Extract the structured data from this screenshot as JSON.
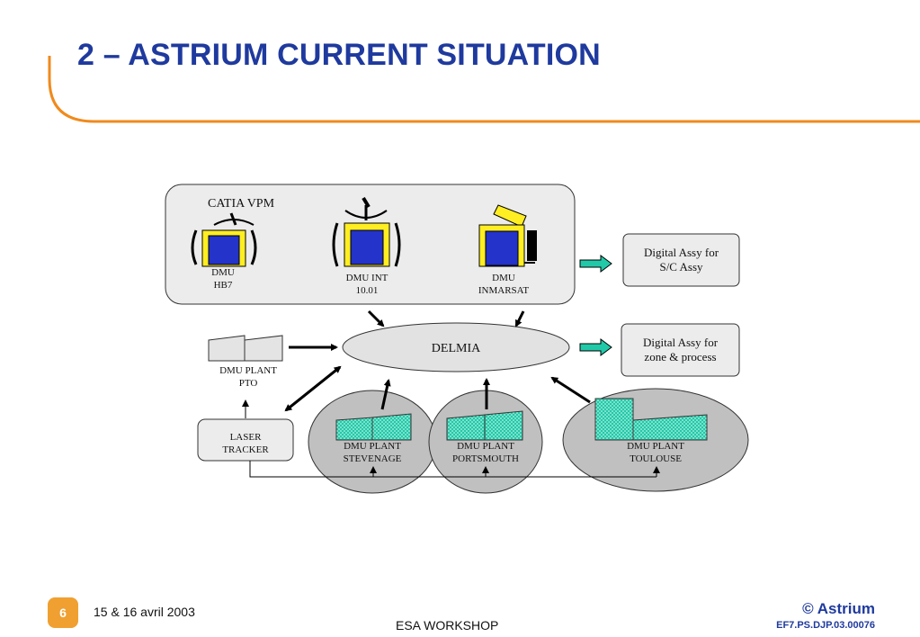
{
  "slide": {
    "title": "2 – ASTRIUM  CURRENT SITUATION",
    "accent_color": "#f08a1c",
    "title_color": "#1f3a9e"
  },
  "diagram": {
    "catia_vpm": "CATIA VPM",
    "dmu_hb7": "DMU\nHB7",
    "dmu_int": "DMU INT\n10.01",
    "dmu_inmarsat": "DMU\nINMARSAT",
    "digital_assy_sc": "Digital Assy for\nS/C Assy",
    "delmia": "DELMIA",
    "digital_assy_zone": "Digital Assy for\nzone & process",
    "dmu_plant_pto": "DMU PLANT\nPTO",
    "laser_tracker": "LASER\nTRACKER",
    "dmu_plant_stevenage": "DMU PLANT\nSTEVENAGE",
    "dmu_plant_portsmouth": "DMU PLANT\nPORTSMOUTH",
    "dmu_plant_toulouse": "DMU PLANT\nTOULOUSE"
  },
  "footer": {
    "page_number": "6",
    "date": "15 & 16 avril 2003",
    "event": "ESA WORKSHOP",
    "brand": "© Astrium",
    "reference": "EF7.PS.DJP.03.00076"
  }
}
